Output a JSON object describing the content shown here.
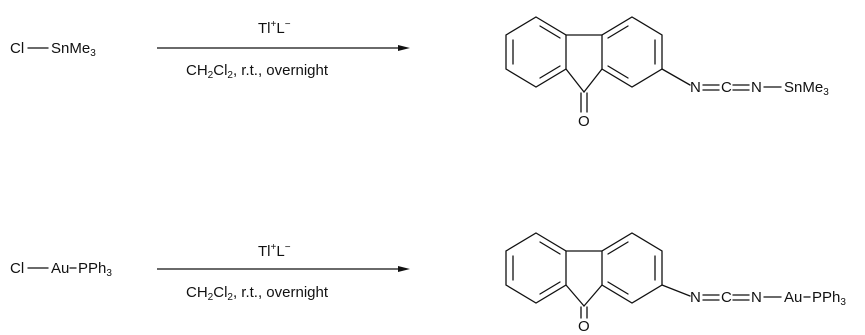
{
  "reactions": [
    {
      "reactant": {
        "prefix": "Cl",
        "metal": "SnMe",
        "metal_sub": "3",
        "ligand": "",
        "ligand_sub": ""
      },
      "reagent": {
        "base": "Tl",
        "sup1": "+",
        "mid": "L",
        "sup2": "−"
      },
      "conditions": {
        "part1": "CH",
        "sub1": "2",
        "part2": "Cl",
        "sub2": "2",
        "part3": ", r.t., overnight"
      },
      "product": {
        "carbonyl": "O",
        "n1": "N",
        "c": "C",
        "n2": "N",
        "metal": "SnMe",
        "metal_sub": "3",
        "ligand": "",
        "ligand_sub": ""
      }
    },
    {
      "reactant": {
        "prefix": "Cl",
        "metal": "Au",
        "metal_sub": "",
        "ligand": "PPh",
        "ligand_sub": "3"
      },
      "reagent": {
        "base": "Tl",
        "sup1": "+",
        "mid": "L",
        "sup2": "−"
      },
      "conditions": {
        "part1": "CH",
        "sub1": "2",
        "part2": "Cl",
        "sub2": "2",
        "part3": ", r.t., overnight"
      },
      "product": {
        "carbonyl": "O",
        "n1": "N",
        "c": "C",
        "n2": "N",
        "metal": "Au",
        "metal_sub": "",
        "ligand": "PPh",
        "ligand_sub": "3"
      }
    }
  ]
}
